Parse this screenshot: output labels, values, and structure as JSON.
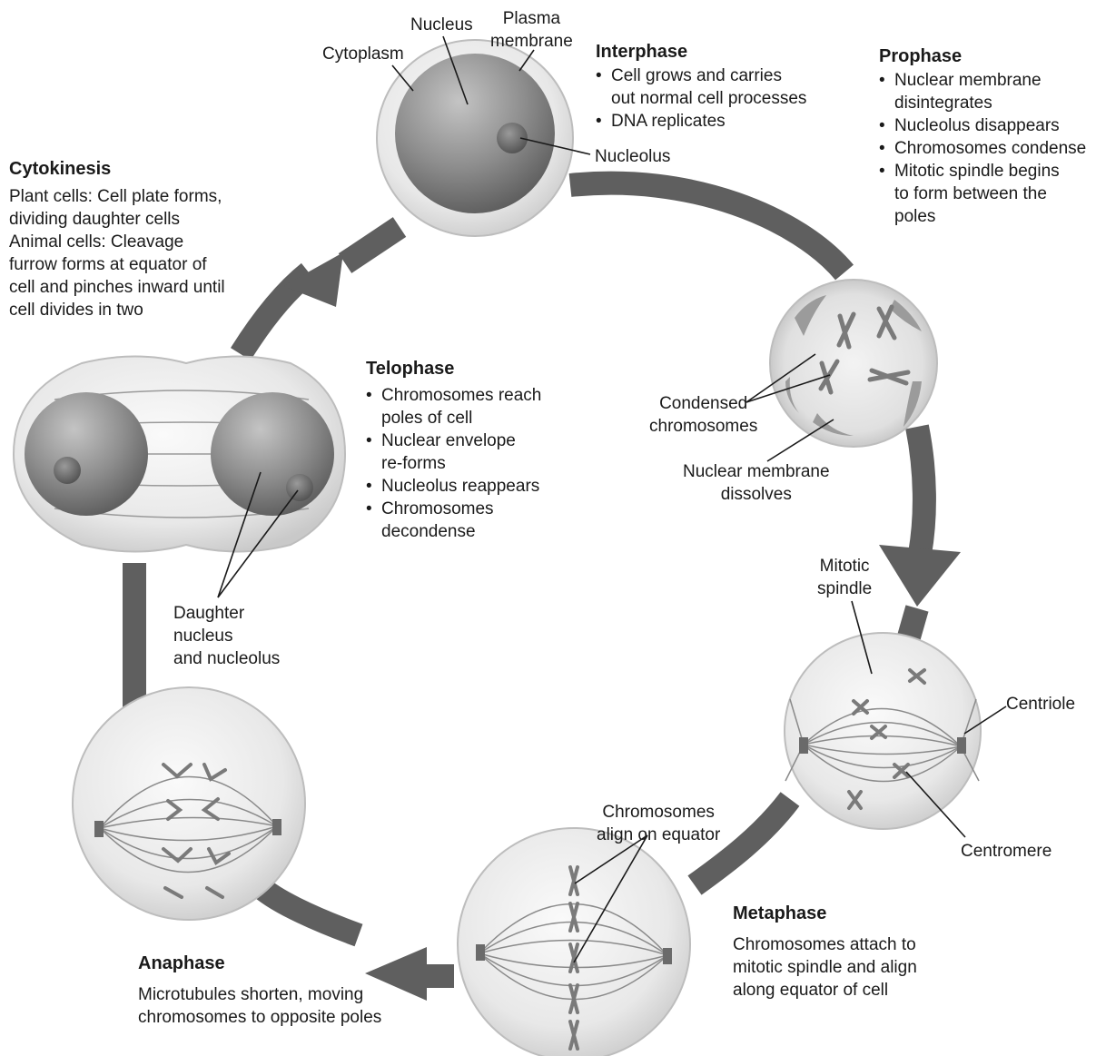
{
  "stages": {
    "interphase": {
      "title": "Interphase",
      "bullets": [
        "Cell grows and carries out normal cell processes",
        "DNA replicates"
      ],
      "bullet_lines": [
        [
          "Cell grows and carries",
          "out normal cell processes"
        ],
        [
          "DNA replicates"
        ]
      ]
    },
    "prophase": {
      "title": "Prophase",
      "bullet_lines": [
        [
          "Nuclear membrane",
          "disintegrates"
        ],
        [
          "Nucleolus disappears"
        ],
        [
          "Chromosomes condense"
        ],
        [
          "Mitotic spindle begins",
          "to form between the",
          "poles"
        ]
      ]
    },
    "metaphase": {
      "title": "Metaphase",
      "lines": [
        "Chromosomes attach to",
        "mitotic spindle and align",
        "along equator of cell"
      ]
    },
    "anaphase": {
      "title": "Anaphase",
      "lines": [
        "Microtubules shorten, moving",
        "chromosomes to opposite poles"
      ]
    },
    "telophase": {
      "title": "Telophase",
      "bullet_lines": [
        [
          "Chromosomes reach",
          "poles of cell"
        ],
        [
          "Nuclear envelope",
          "re-forms"
        ],
        [
          "Nucleolus reappears"
        ],
        [
          "Chromosomes",
          "decondense"
        ]
      ]
    },
    "cytokinesis": {
      "title": "Cytokinesis",
      "lines": [
        "Plant cells: Cell plate forms,",
        "dividing daughter cells",
        "Animal cells: Cleavage",
        "furrow forms at equator of",
        "cell and pinches inward until",
        "cell divides in two"
      ]
    }
  },
  "labels": {
    "nucleus": "Nucleus",
    "plasma_membrane": [
      "Plasma",
      "membrane"
    ],
    "cytoplasm": "Cytoplasm",
    "nucleolus": "Nucleolus",
    "condensed_chromosomes": [
      "Condensed",
      "chromosomes"
    ],
    "nuclear_membrane_dissolves": [
      "Nuclear membrane",
      "dissolves"
    ],
    "mitotic_spindle": [
      "Mitotic",
      "spindle"
    ],
    "centriole": "Centriole",
    "centromere": "Centromere",
    "chromosomes_align": [
      "Chromosomes",
      "align on equator"
    ],
    "daughter_nucleus": [
      "Daughter",
      "nucleus",
      "and nucleolus"
    ]
  },
  "colors": {
    "arrow": "#5f5f5f",
    "cell_fill": "#eeeeee",
    "cell_edge": "#bdbdbd",
    "nucleus_dark": "#6e6e6e",
    "nucleus_light": "#b5b5b5",
    "line": "#1a1a1a"
  }
}
